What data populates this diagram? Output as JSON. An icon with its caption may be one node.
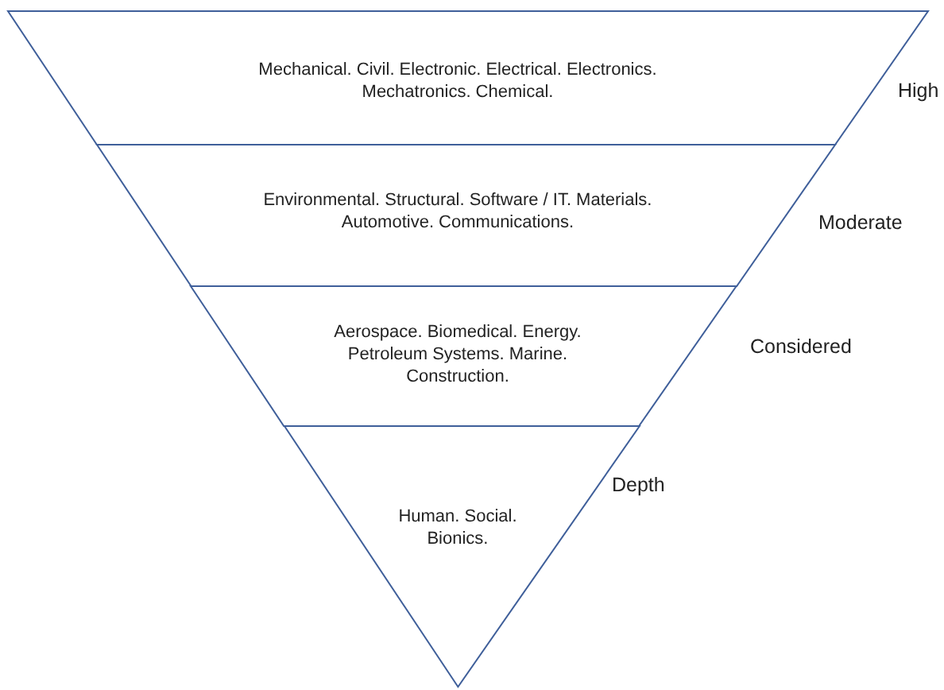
{
  "diagram": {
    "nodes": [
      {
        "text": [
          "Mechanical. Civil. Electronic. Electrical. Electronics. Mechatronics. Chemical."
        ],
        "beside": [
          "High"
        ]
      },
      {
        "text": [
          "Environmental. Structural. Software / IT. Materials. Automotive. Communications."
        ],
        "beside": [
          "Moderate"
        ]
      },
      {
        "text": [
          "Aerospace. Biomedical. Energy. Petroleum Systems. Marine. Construction."
        ],
        "beside": [
          "Considered"
        ]
      },
      {
        "text": [
          "Human. Social. Bionics."
        ],
        "beside": [
          "Depth"
        ]
      }
    ]
  }
}
